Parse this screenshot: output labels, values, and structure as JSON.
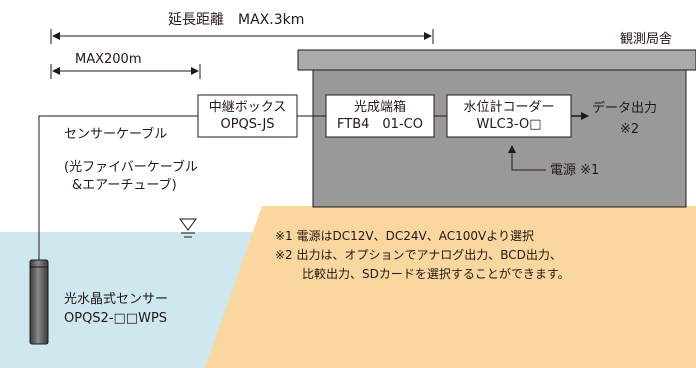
{
  "dimensions": {
    "total_span": "延長距離　MAX.3km",
    "cable_span": "MAX200m"
  },
  "building": {
    "label": "観測局舎"
  },
  "boxes": {
    "relay": {
      "line1": "中継ボックス",
      "line2": "OPQS-JS"
    },
    "terminal": {
      "line1": "光成端箱",
      "line2": "FTB4　01-CO"
    },
    "recorder": {
      "line1": "水位計コーダー",
      "line2": "WLC3-O□"
    }
  },
  "outputs": {
    "data_output": "データ出力",
    "data_output_note": "※2",
    "power": "電源 ※1"
  },
  "cable": {
    "label": "センサーケーブル",
    "detail_line1": "(光ファイバーケーブル",
    "detail_line2": "&エアーチューブ)"
  },
  "sensor": {
    "line1": "光水晶式センサー",
    "line2": "OPQS2-□□WPS"
  },
  "notes": [
    "※1 電源はDC12V、DC24V、AC100Vより選択",
    "※2 出力は、オプションでアナログ出力、BCD出力、",
    "比較出力、SDカードを選択することができます。"
  ],
  "colors": {
    "water": "#cfe8ef",
    "ground": "#f9d79e",
    "building": "#999999",
    "building_roof": "#aaaaaa",
    "line": "#231815",
    "sensor": "#5a5a5a"
  }
}
